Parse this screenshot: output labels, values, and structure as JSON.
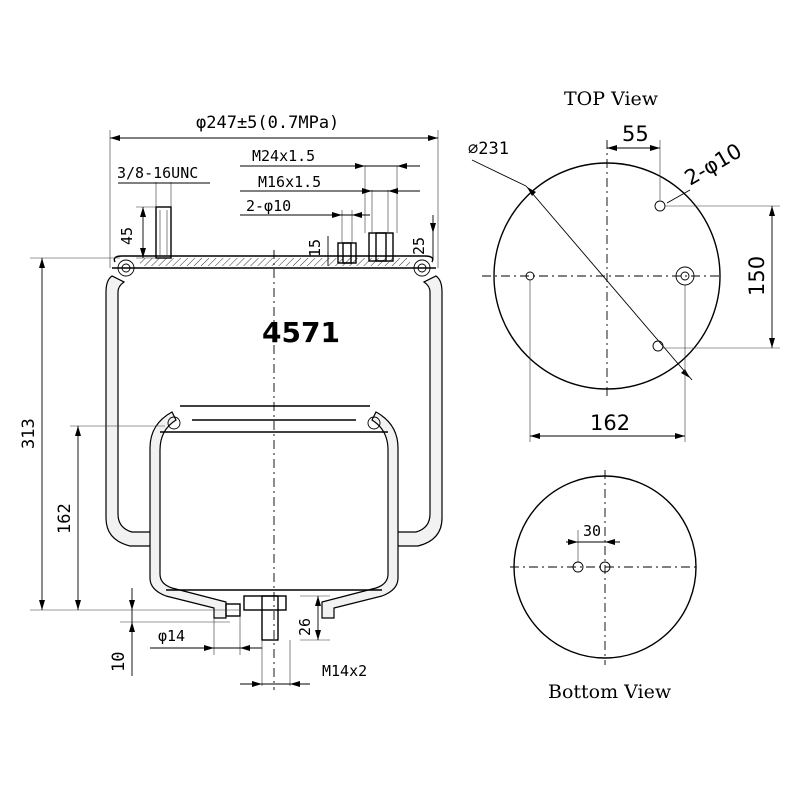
{
  "part_number": "4571",
  "side_view": {
    "dimensions": {
      "outer_diameter": "φ247±5(0.7MPa)",
      "top_thread": "3/8-16UNC",
      "air_fitting_outer": "M24x1.5",
      "air_fitting_inner": "M16x1.5",
      "mount_holes": "2-φ10",
      "stud_height": "45",
      "fitting_height": "15",
      "fitting_top": "25",
      "total_height": "313",
      "piston_height": "162",
      "bottom_offset": "10",
      "bottom_diameter": "φ14",
      "bottom_thread_depth": "26",
      "bottom_thread": "M14x2"
    }
  },
  "top_view": {
    "title": "TOP View",
    "dimensions": {
      "diameter": "⌀231",
      "offset": "55",
      "holes": "2-φ10",
      "vertical_spacing": "150",
      "horizontal_spacing": "162"
    }
  },
  "bottom_view": {
    "title": "Bottom View",
    "dimensions": {
      "hole_spacing": "30"
    }
  }
}
